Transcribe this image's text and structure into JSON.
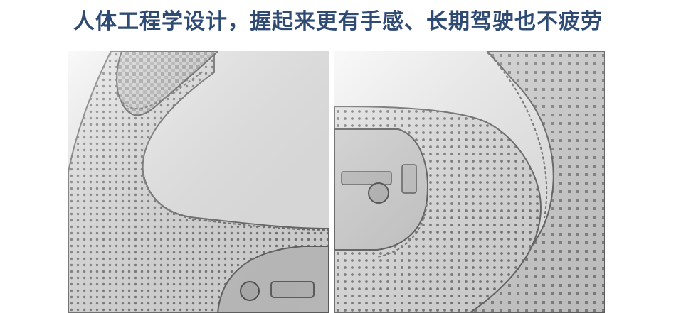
{
  "headline": "人体工程学设计，握起来更有手感、长期驾驶也不疲劳",
  "colors": {
    "headline": "#2f4b74",
    "background": "#ffffff",
    "leather_light": "#e6e6e6",
    "leather_dark": "#8a8a8a",
    "stitch": "#777777"
  },
  "photos": {
    "left": {
      "icon": "steering-wheel-left-grip-image"
    },
    "right": {
      "icon": "steering-wheel-right-grip-image"
    }
  }
}
